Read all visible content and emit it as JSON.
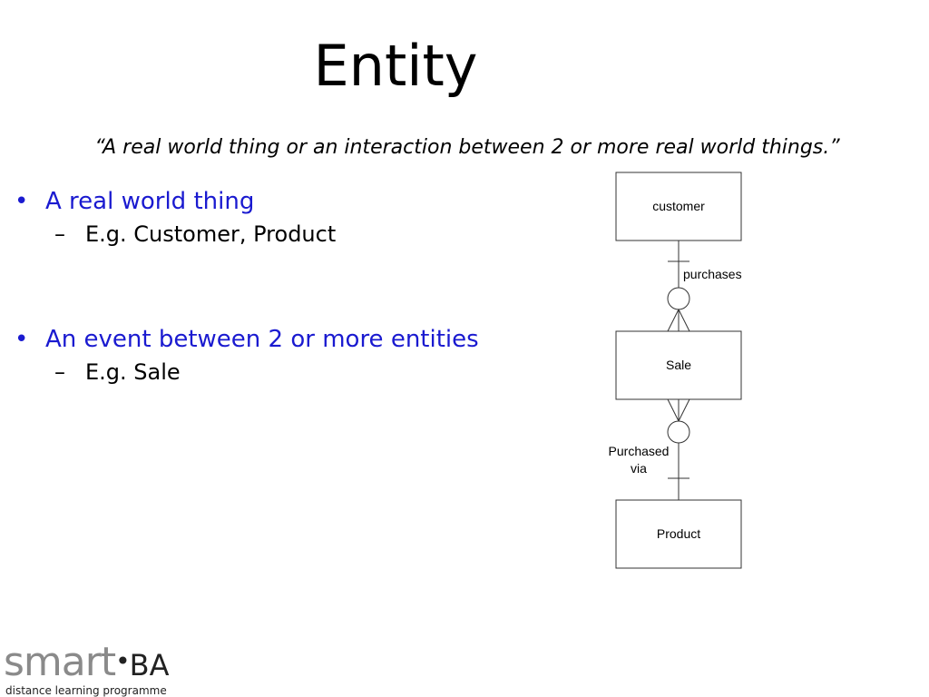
{
  "slide": {
    "title": "Entity",
    "quote": "“A real world thing or an interaction between 2 or more real world things.”"
  },
  "bullets": [
    {
      "text": "A real world thing",
      "sub": "E.g. Customer, Product"
    },
    {
      "text": "An event between 2 or more entities",
      "sub": "E.g. Sale"
    }
  ],
  "diagram": {
    "entities": [
      "customer",
      "Sale",
      "Product"
    ],
    "relationships": [
      {
        "label": "purchases",
        "from": "customer",
        "to": "Sale"
      },
      {
        "label_line1": "Purchased",
        "label_line2": "via",
        "from": "Sale",
        "to": "Product"
      }
    ]
  },
  "logo": {
    "brand_smart": "smart",
    "brand_dot": "•",
    "brand_ba": "BA",
    "tagline": "distance learning programme"
  },
  "colors": {
    "bullet_text": "#1a1ad0",
    "logo_gray": "#8a8a8a"
  }
}
